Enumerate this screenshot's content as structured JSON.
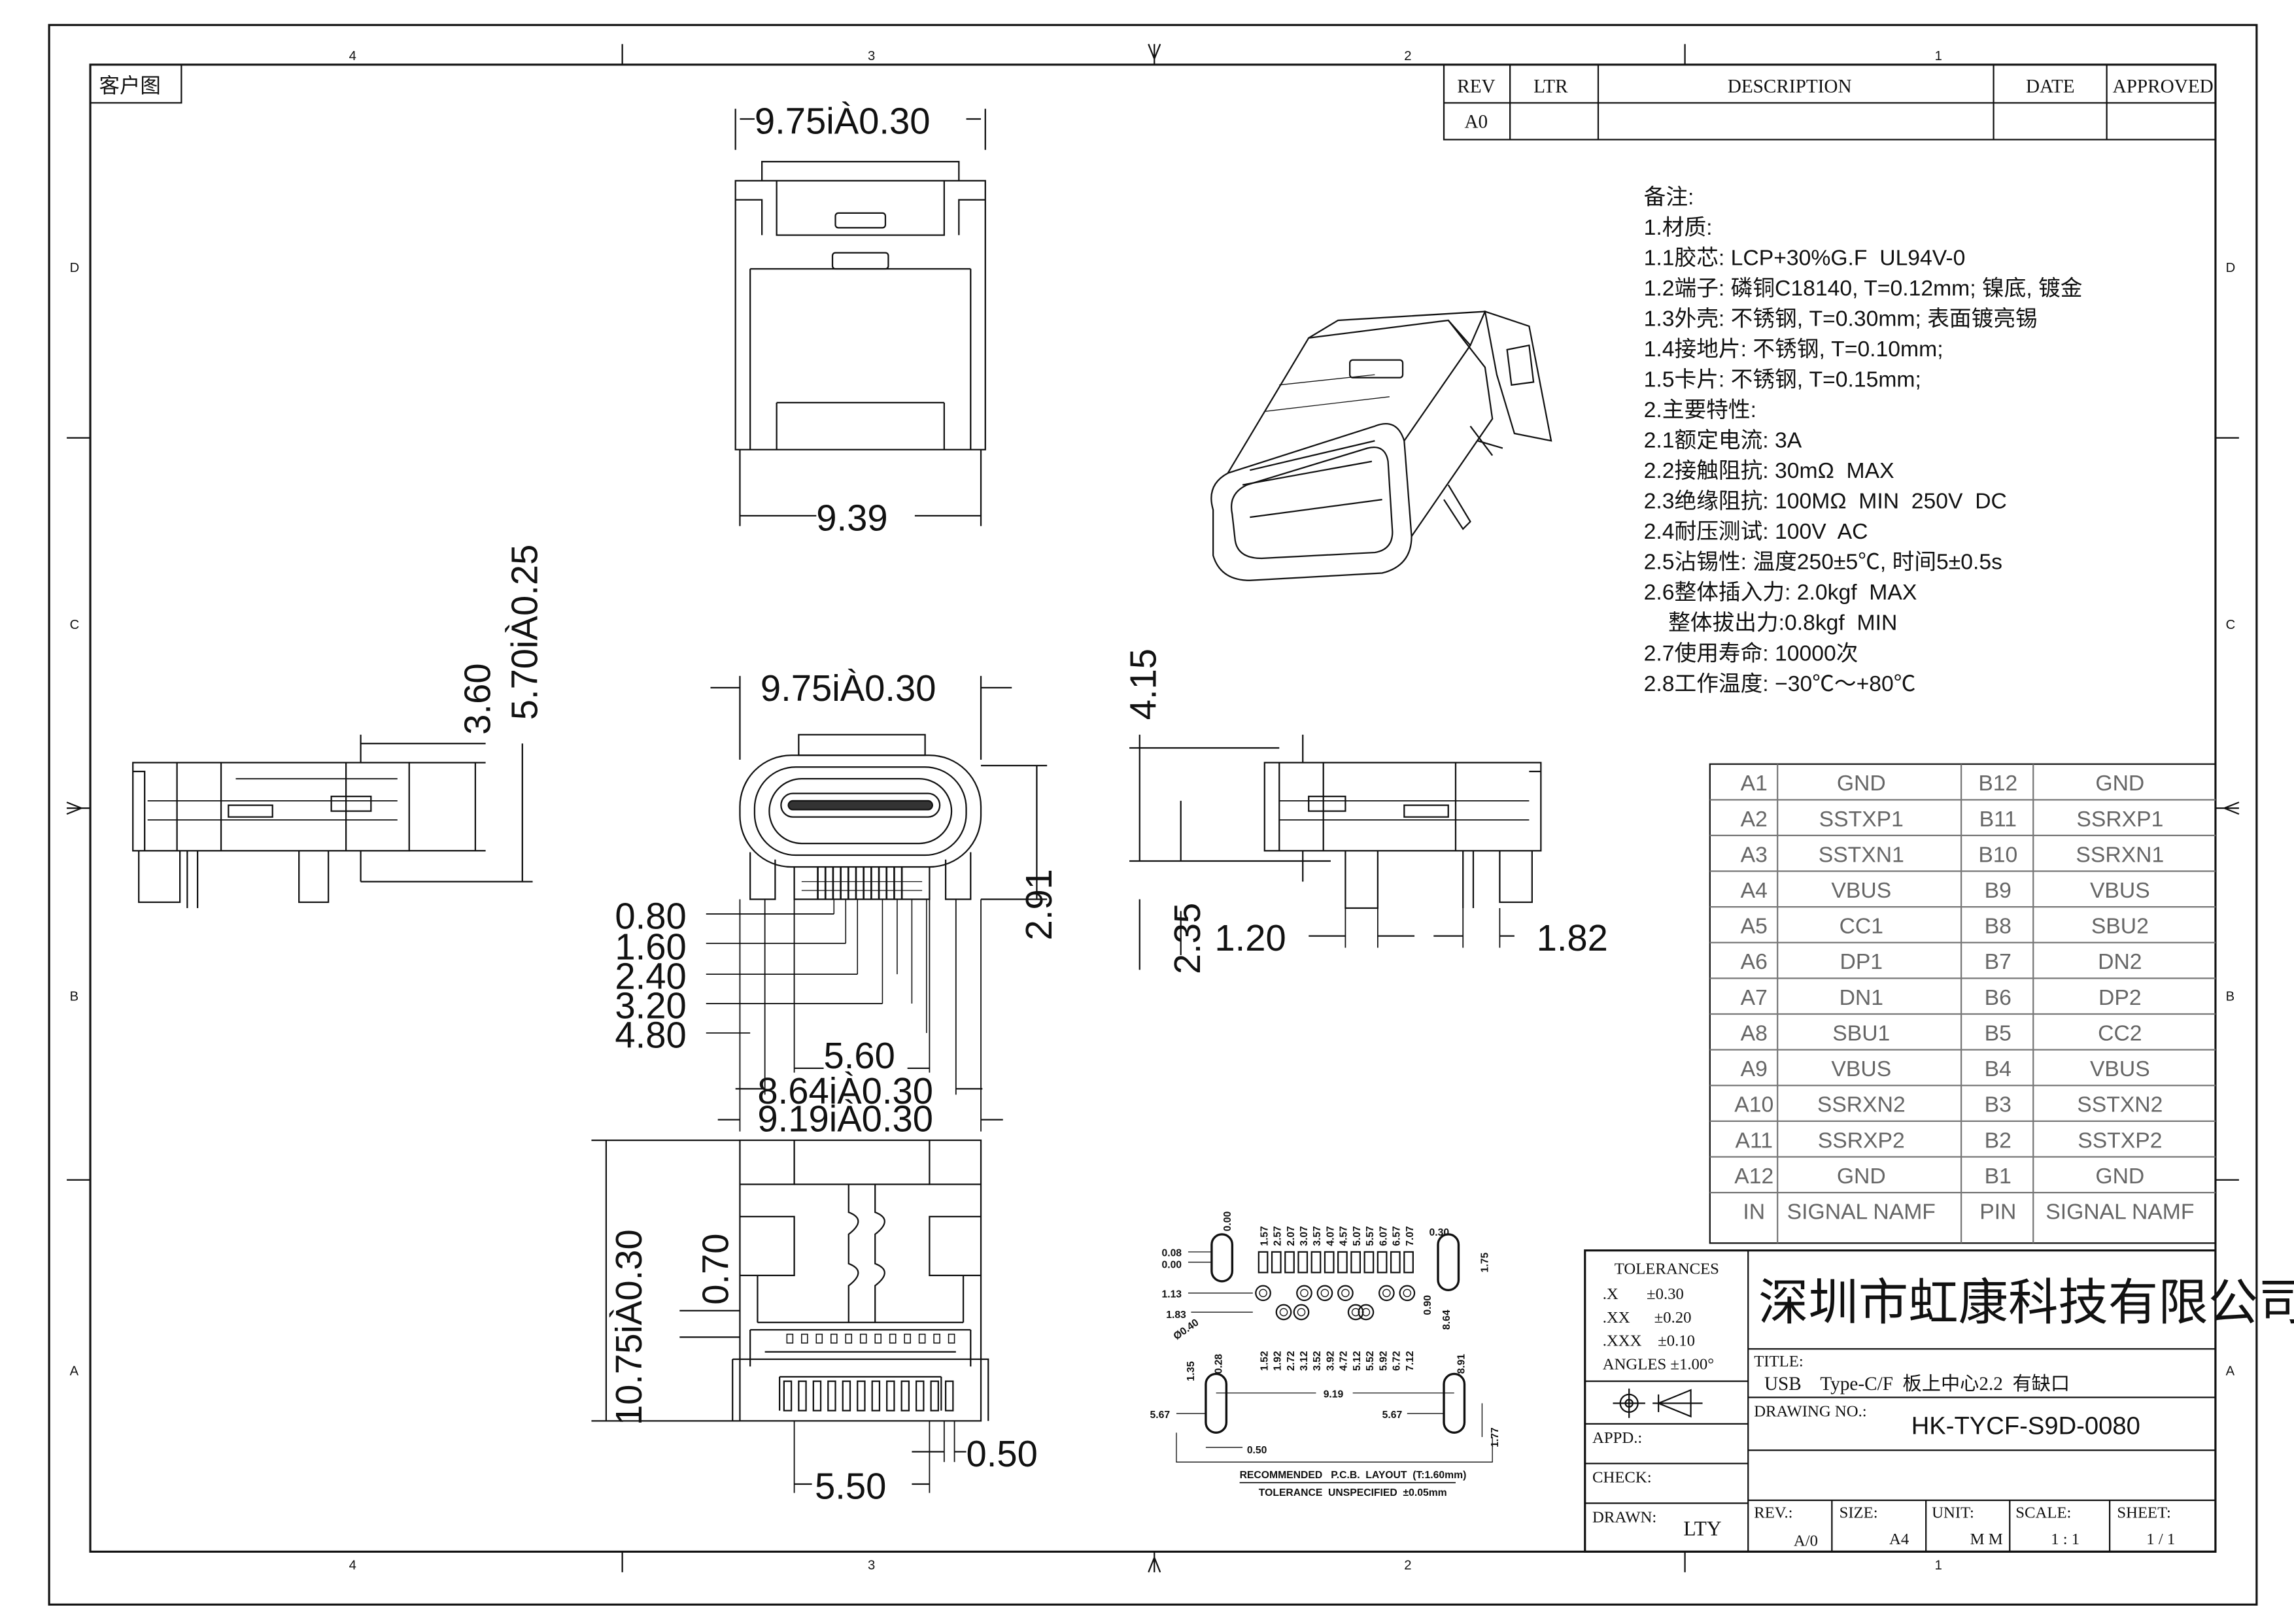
{
  "frame": {
    "col_labels": [
      "4",
      "3",
      "2",
      "1"
    ],
    "row_labels": [
      "D",
      "C",
      "B",
      "A"
    ],
    "corner_label": "客户图"
  },
  "revision_block": {
    "headers": [
      "REV",
      "LTR",
      "DESCRIPTION",
      "DATE",
      "APPROVED"
    ],
    "rows": [
      [
        "A0",
        "",
        "",
        "",
        ""
      ]
    ]
  },
  "notes": {
    "lines": [
      "备注:",
      "1.材质:",
      "1.1胶芯: LCP+30%G.F  UL94V-0",
      "1.2端子: 磷铜C18140, T=0.12mm; 镍底, 镀金",
      "1.3外壳: 不锈钢, T=0.30mm; 表面镀亮锡",
      "1.4接地片: 不锈钢, T=0.10mm;",
      "1.5卡片: 不锈钢, T=0.15mm;",
      "2.主要特性:",
      "2.1额定电流: 3A",
      "2.2接触阻抗: 30mΩ  MAX",
      "2.3绝缘阻抗: 100MΩ  MIN  250V  DC",
      "2.4耐压测试: 100V  AC",
      "2.5沾锡性: 温度250±5℃, 时间5±0.5s",
      "2.6整体插入力: 2.0kgf  MAX",
      "    整体拔出力:0.8kgf  MIN",
      "2.7使用寿命: 10000次",
      "2.8工作温度: −30℃～+80℃"
    ]
  },
  "pin_table": {
    "rows": [
      [
        "A1",
        "GND",
        "B12",
        "GND"
      ],
      [
        "A2",
        "SSTXP1",
        "B11",
        "SSRXP1"
      ],
      [
        "A3",
        "SSTXN1",
        "B10",
        "SSRXN1"
      ],
      [
        "A4",
        "VBUS",
        "B9",
        "VBUS"
      ],
      [
        "A5",
        "CC1",
        "B8",
        "SBU2"
      ],
      [
        "A6",
        "DP1",
        "B7",
        "DN2"
      ],
      [
        "A7",
        "DN1",
        "B6",
        "DP2"
      ],
      [
        "A8",
        "SBU1",
        "B5",
        "CC2"
      ],
      [
        "A9",
        "VBUS",
        "B4",
        "VBUS"
      ],
      [
        "A10",
        "SSRXN2",
        "B3",
        "SSTXN2"
      ],
      [
        "A11",
        "SSRXP2",
        "B2",
        "SSTXP2"
      ],
      [
        "A12",
        "GND",
        "B1",
        "GND"
      ]
    ],
    "header": [
      "IN",
      "SIGNAL NAMF",
      "PIN",
      "SIGNAL NAMF"
    ]
  },
  "title_block": {
    "tolerances_title": "TOLERANCES",
    "tolerances": [
      ".X       ±0.30",
      ".XX      ±0.20",
      ".XXX    ±0.10",
      "ANGLES ±1.00°"
    ],
    "company": "深圳市虹康科技有限公司",
    "title_label": "TITLE:",
    "title_value": "USB    Type-C/F  板上中心2.2  有缺口",
    "drawing_no_label": "DRAWING NO.:",
    "drawing_no": "HK-TYCF-S9D-0080",
    "appd_label": "APPD.:",
    "check_label": "CHECK:",
    "drawn_label": "DRAWN:",
    "drawn_value": "LTY",
    "rev_label": "REV.:",
    "rev_value": "A/0",
    "size_label": "SIZE:",
    "size_value": "A4",
    "unit_label": "UNIT:",
    "unit_value": "M M",
    "scale_label": "SCALE:",
    "scale_value": "1 : 1",
    "sheet_label": "SHEET:",
    "sheet_value": "1 / 1"
  },
  "dimensions": {
    "top_width": "9.75iÀ0.30",
    "top_inner": "9.39",
    "front_width": "9.75iÀ0.30",
    "side_h1": "3.60",
    "side_h2": "5.70iÀ0.25",
    "front_height": "2.91",
    "pitch_labels": [
      "0.80",
      "1.60",
      "2.40",
      "3.20",
      "4.80"
    ],
    "front_5_60": "5.60",
    "front_8_64": "8.64iÀ0.30",
    "front_9_19": "9.19iÀ0.30",
    "right_4_15": "4.15",
    "right_2_35": "2.35",
    "right_1_20": "1.20",
    "right_1_82": "1.82",
    "bottom_10_75": "10.75iÀ0.30",
    "bottom_0_70": "0.70",
    "bottom_0_50": "0.50",
    "bottom_5_50": "5.50"
  },
  "pcb_layout": {
    "top_values": [
      "1.57",
      "2.57",
      "2.07",
      "3.07",
      "3.57",
      "4.07",
      "4.57",
      "5.07",
      "5.57",
      "6.07",
      "6.57",
      "7.07"
    ],
    "bottom_values": [
      "1.52",
      "1.92",
      "2.72",
      "3.12",
      "3.52",
      "3.92",
      "4.72",
      "5.12",
      "5.52",
      "5.92",
      "6.72",
      "7.12"
    ],
    "left_values": [
      "0.08",
      "0.00",
      "1.13",
      "1.83",
      "Ø0.40"
    ],
    "misc": {
      "d0_00": "0.00",
      "d0_30": "0.30",
      "d1_75": "1.75",
      "d0_90": "0.90",
      "d8_64": "8.64",
      "d1_35": "1.35",
      "d0_28": "0.28",
      "d9_19": "9.19",
      "d8_91": "8.91",
      "d5_67a": "5.67",
      "d5_67b": "5.67",
      "d0_50": "0.50",
      "d1_77": "1.77"
    },
    "caption1": "RECOMMENDED   P.C.B.  LAYOUT  (T:1.60mm)",
    "caption2": "TOLERANCE  UNSPECIFIED  ±0.05mm"
  }
}
